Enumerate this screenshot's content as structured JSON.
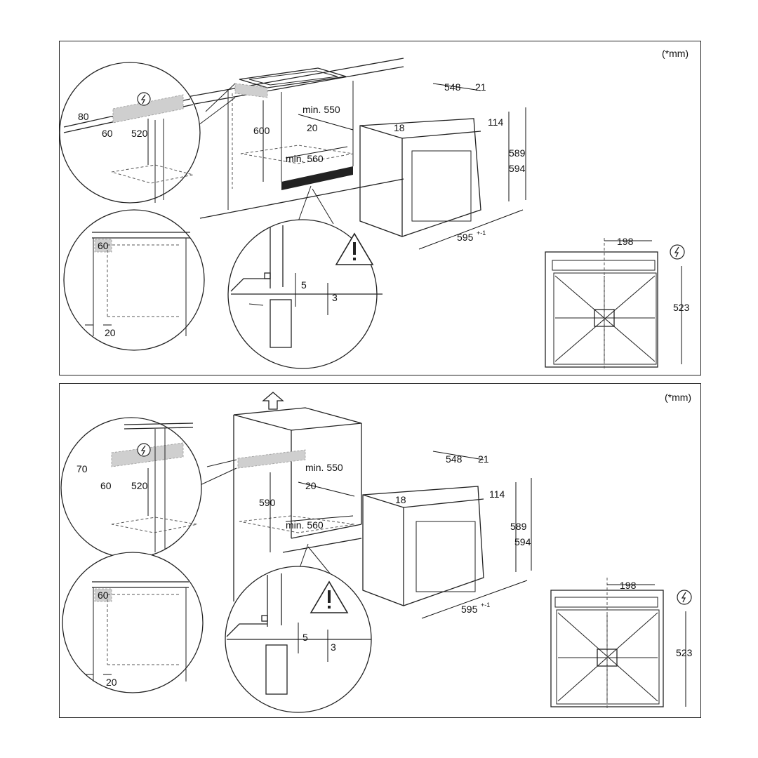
{
  "units_note": "(*mm)",
  "colors": {
    "line": "#222222",
    "shade": "#cfcfcf",
    "background": "#ffffff"
  },
  "icons": [
    "electric-warning-icon",
    "warning-triangle-icon",
    "up-arrow-icon"
  ],
  "top": {
    "units": "(*mm)",
    "detail_circle_a": {
      "d1": "80",
      "d2": "60",
      "d3": "520"
    },
    "cabinet": {
      "height": "600",
      "min_depth": "min. 550",
      "gap": "20",
      "min_width": "min. 560"
    },
    "oven": {
      "depth": "548",
      "front": "21",
      "top_offset": "18",
      "panel": "114",
      "h1": "589",
      "h2": "594",
      "width": "595",
      "width_tol": "+-1"
    },
    "detail_circle_b": {
      "side": "60",
      "bottom": "20"
    },
    "detail_circle_c": {
      "gap1": "5",
      "gap2": "3"
    },
    "rear_view": {
      "offset": "198",
      "height": "523"
    }
  },
  "bottom": {
    "units": "(*mm)",
    "detail_circle_a": {
      "d1": "70",
      "d2": "60",
      "d3": "520"
    },
    "cabinet": {
      "height": "590",
      "min_depth": "min. 550",
      "gap": "20",
      "min_width": "min. 560"
    },
    "oven": {
      "depth": "548",
      "front": "21",
      "top_offset": "18",
      "panel": "114",
      "h1": "589",
      "h2": "594",
      "width": "595",
      "width_tol": "+-1"
    },
    "detail_circle_b": {
      "side": "60",
      "bottom": "20"
    },
    "detail_circle_c": {
      "gap1": "5",
      "gap2": "3"
    },
    "rear_view": {
      "offset": "198",
      "height": "523"
    }
  }
}
